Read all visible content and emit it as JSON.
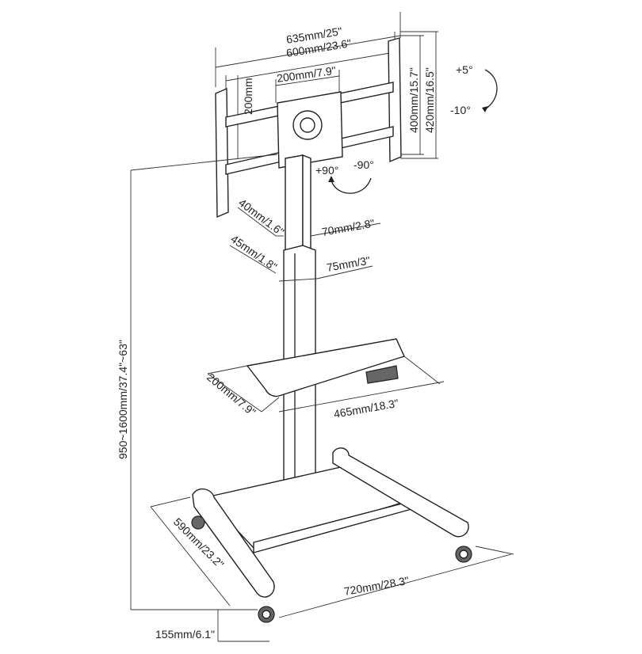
{
  "labels": {
    "overall_width": "635mm/25\"",
    "mount_width": "600mm/23.6\"",
    "vesa_h": "200mm/7.9\"",
    "vesa_v": "200mm",
    "mount_height": "400mm/15.7\"",
    "overall_height": "420mm/16.5\"",
    "tilt_up": "+5°",
    "tilt_down": "-10°",
    "rot_pos": "+90°",
    "rot_neg": "-90°",
    "upper_pole_depth": "40mm/1.6\"",
    "upper_pole_width": "70mm/2.8\"",
    "lower_pole_depth": "45mm/1.8\"",
    "lower_pole_width": "75mm/3\"",
    "height_range": "950~1600mm/37.4\"~63\"",
    "shelf_depth": "200mm/7.9\"",
    "shelf_width": "465mm/18.3\"",
    "base_depth": "590mm/23.2\"",
    "base_width": "720mm/28.3\"",
    "wheel_height": "155mm/6.1\""
  }
}
